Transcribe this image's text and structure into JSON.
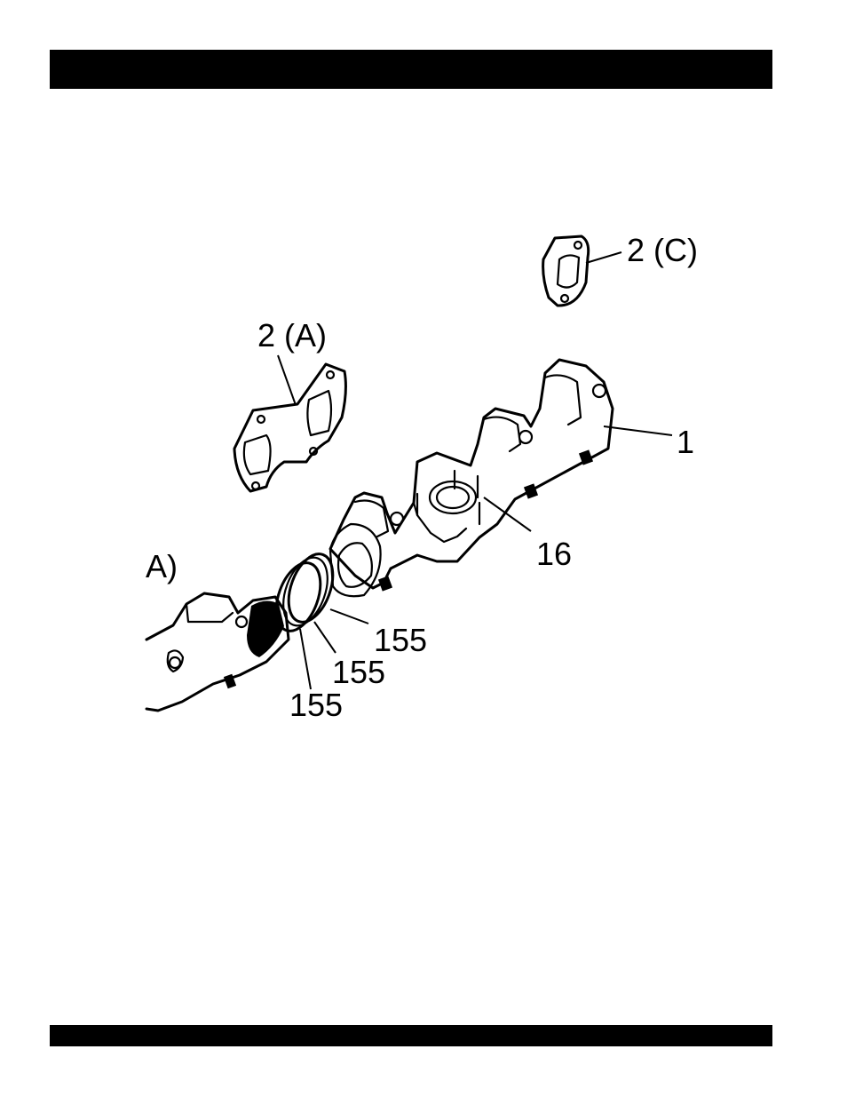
{
  "header": {
    "title": ""
  },
  "figure": {
    "callouts": {
      "gasket_c": "2 (C)",
      "gasket_a": "2 (A)",
      "manifold": "1",
      "gasket_16": "16",
      "ring_1": "155",
      "ring_2": "155",
      "ring_3": "155",
      "cut_label": "A)"
    }
  },
  "footer": {
    "text": ""
  }
}
